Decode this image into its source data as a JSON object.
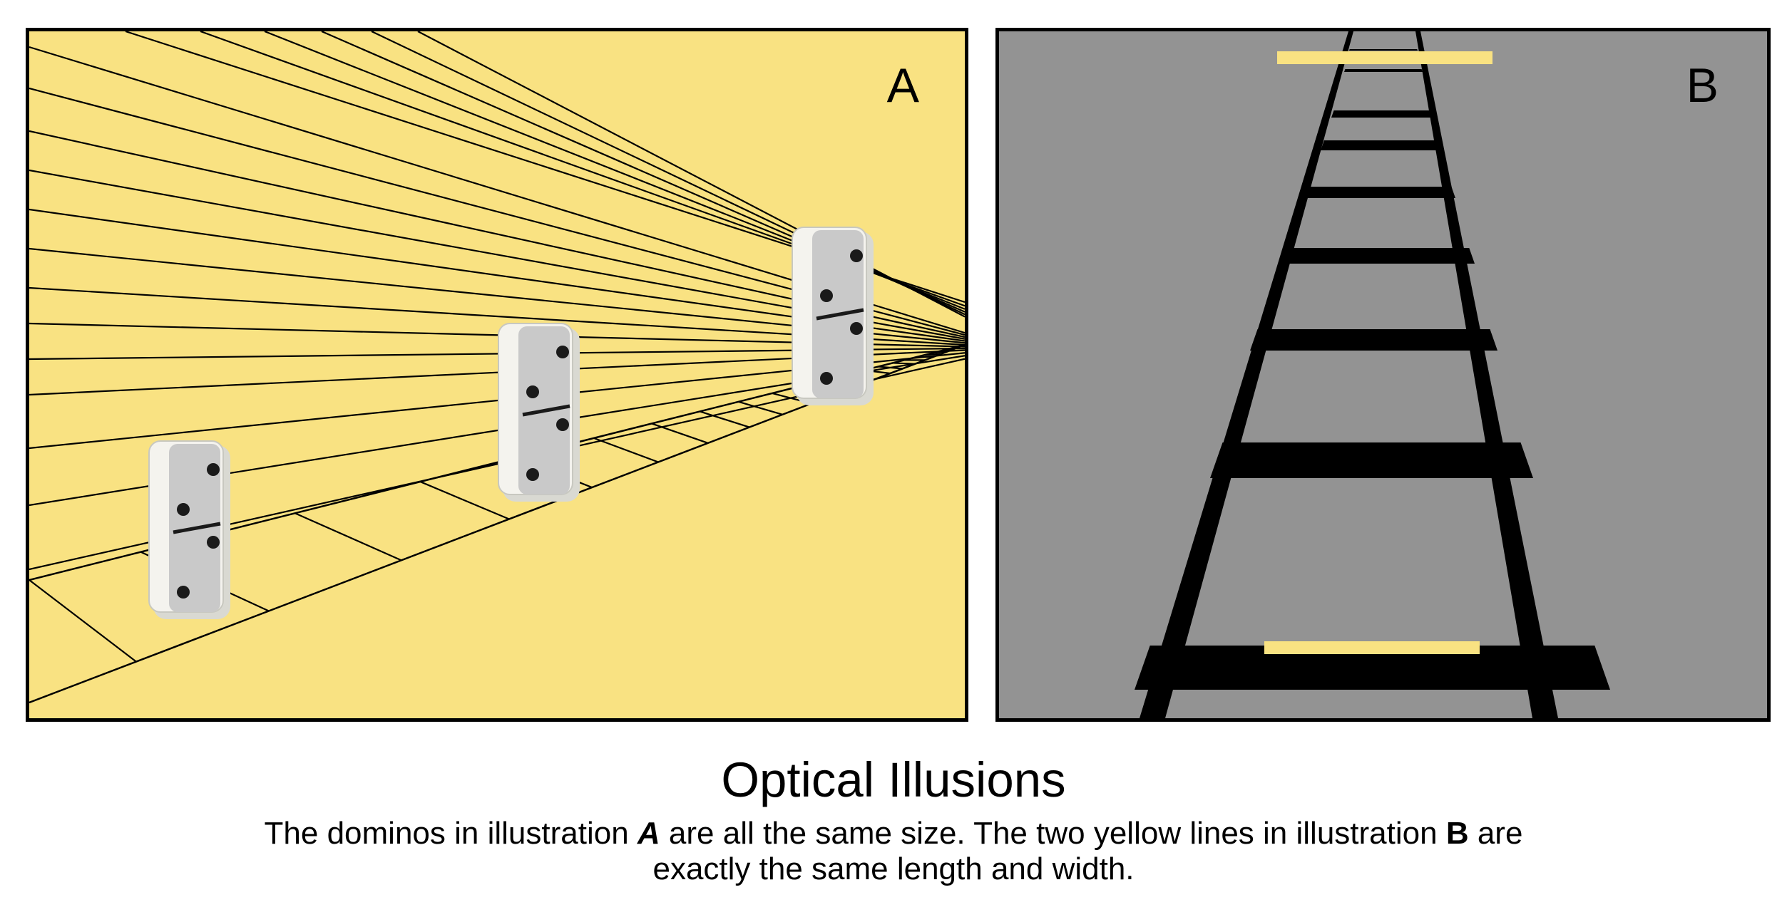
{
  "panels": {
    "a": {
      "letter": "A",
      "background": "#f9e282",
      "line_color": "#000000",
      "domino_count": 3,
      "domino_pips": "2-2"
    },
    "b": {
      "letter": "B",
      "background": "#939393",
      "track_color": "#000000",
      "highlight_color": "#f9e282"
    }
  },
  "caption": {
    "title": "Optical Illusions",
    "body_1": "The dominos in illustration ",
    "label_a": "A",
    "body_2": " are all the same size. The two yellow lines in illustration ",
    "label_b": "B",
    "body_3": " are",
    "body_4": "exactly the same length and width."
  }
}
